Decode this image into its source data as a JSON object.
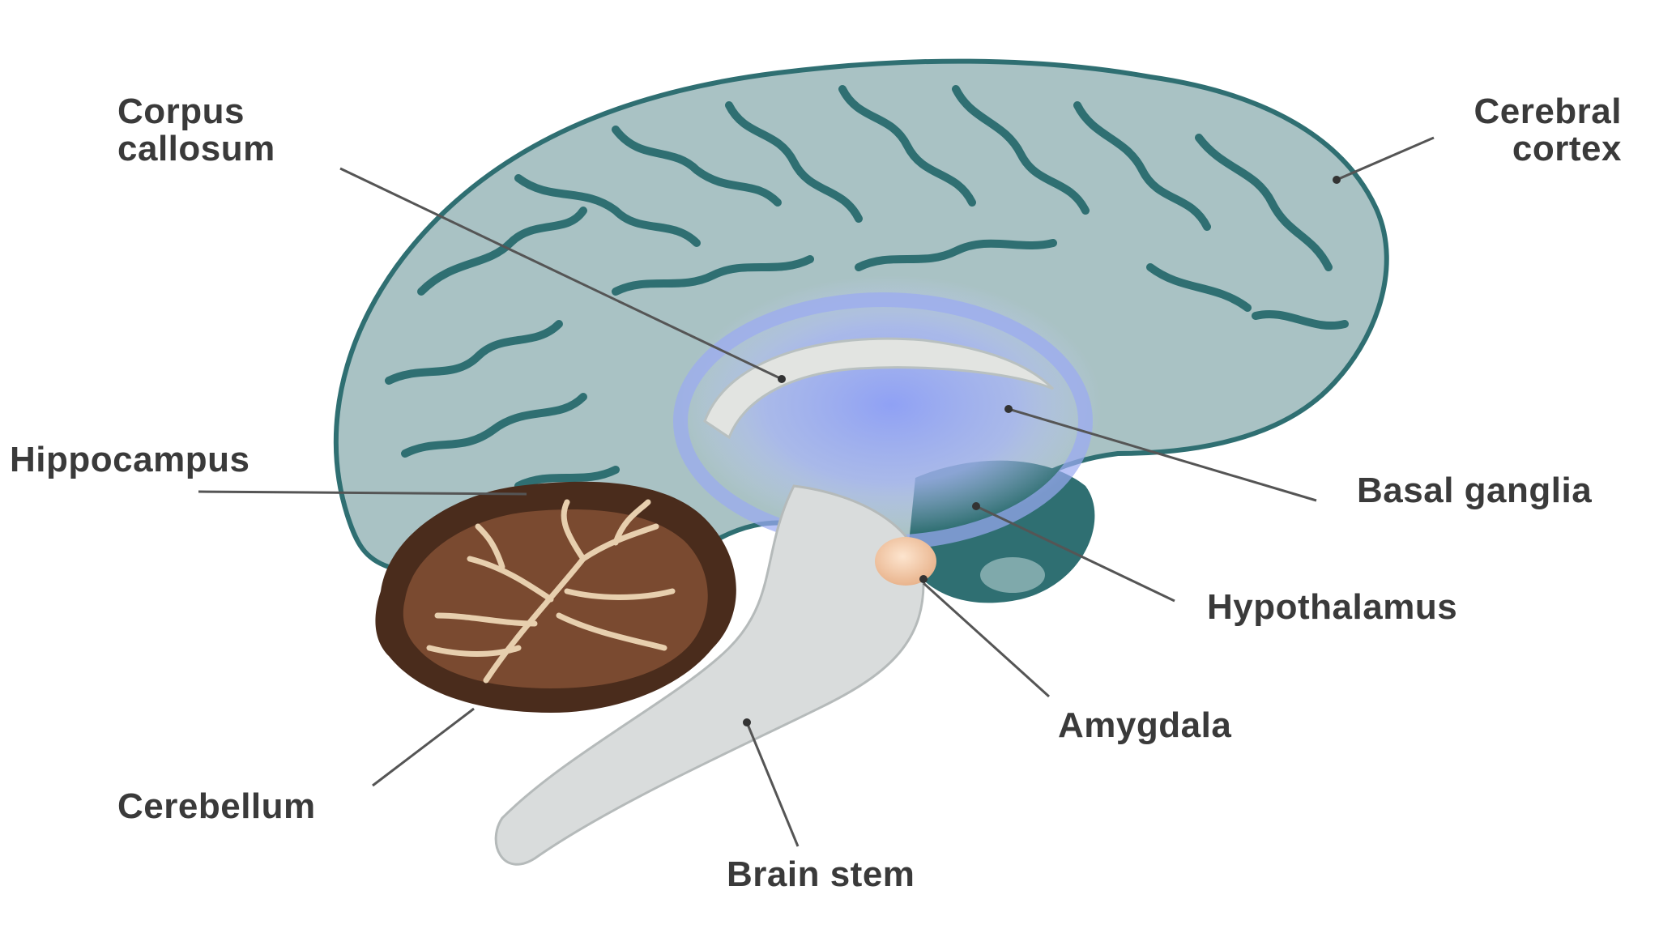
{
  "diagram": {
    "labels": {
      "corpus_callosum": "Corpus\ncallosum",
      "cerebral_cortex": "Cerebral\ncortex",
      "hippocampus": "Hippocampus",
      "basal_ganglia": "Basal ganglia",
      "hypothalamus": "Hypothalamus",
      "amygdala": "Amygdala",
      "cerebellum": "Cerebellum",
      "brain_stem": "Brain stem"
    },
    "colors": {
      "cortex_fill": "#a9c2c4",
      "cortex_sulci": "#2f6f72",
      "cerebellum_outer": "#4a2c1c",
      "cerebellum_inner": "#e7cfae",
      "basal_ganglia_glow": "#8fa3f5",
      "brainstem": "#d9dcdc",
      "amygdala": "#f4c8a3",
      "leader_line": "#555555"
    }
  }
}
